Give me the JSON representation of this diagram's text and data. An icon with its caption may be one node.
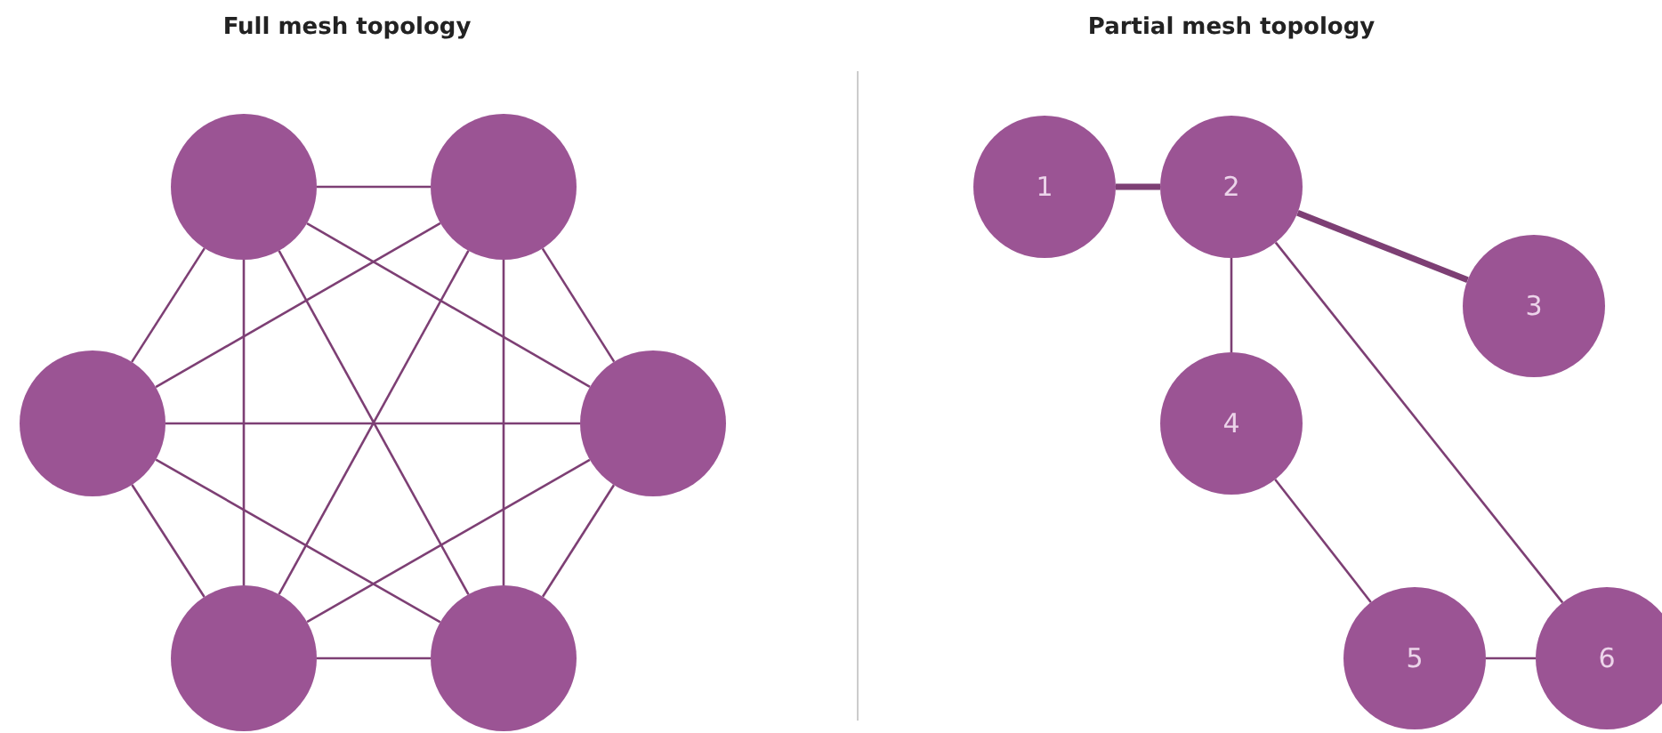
{
  "diagram": {
    "nodes": [
      {
        "text": [],
        "shape": "circle"
      },
      {
        "text": [],
        "shape": "circle"
      },
      {
        "text": [],
        "shape": "circle"
      },
      {
        "text": [],
        "shape": "circle"
      },
      {
        "text": [],
        "shape": "circle"
      },
      {
        "text": [],
        "shape": "circle"
      },
      {
        "text": [
          "1"
        ]
      },
      {
        "text": [
          "2"
        ]
      },
      {
        "text": [
          "3"
        ]
      },
      {
        "text": [
          "4"
        ]
      },
      {
        "text": [
          "5"
        ]
      },
      {
        "text": [
          "6"
        ]
      }
    ],
    "edges": [
      {
        "from": 0,
        "to": 1,
        "arrow": "none"
      },
      {
        "from": 0,
        "to": 2,
        "arrow": "none"
      },
      {
        "from": 0,
        "to": 3,
        "arrow": "none"
      },
      {
        "from": 0,
        "to": 4,
        "arrow": "none"
      },
      {
        "from": 0,
        "to": 5,
        "arrow": "none"
      },
      {
        "from": 1,
        "to": 2,
        "arrow": "none"
      },
      {
        "from": 1,
        "to": 3,
        "arrow": "none"
      },
      {
        "from": 1,
        "to": 4,
        "arrow": "none"
      },
      {
        "from": 1,
        "to": 5,
        "arrow": "none"
      },
      {
        "from": 2,
        "to": 3,
        "arrow": "none"
      },
      {
        "from": 2,
        "to": 4,
        "arrow": "none"
      },
      {
        "from": 2,
        "to": 5,
        "arrow": "none"
      },
      {
        "from": 3,
        "to": 4,
        "arrow": "none"
      },
      {
        "from": 3,
        "to": 5,
        "arrow": "none"
      },
      {
        "from": 4,
        "to": 5,
        "arrow": "none"
      },
      {
        "from": 6,
        "to": 7,
        "arrow": "none",
        "style": "thick"
      },
      {
        "from": 7,
        "to": 8,
        "arrow": "none",
        "style": "thick"
      },
      {
        "from": 7,
        "to": 9,
        "arrow": "none"
      },
      {
        "from": 7,
        "to": 11,
        "arrow": "none"
      },
      {
        "from": 9,
        "to": 10,
        "arrow": "none"
      },
      {
        "from": 10,
        "to": 11,
        "arrow": "none"
      }
    ],
    "labels": [
      "Full mesh topology",
      "Partial mesh topology"
    ]
  }
}
